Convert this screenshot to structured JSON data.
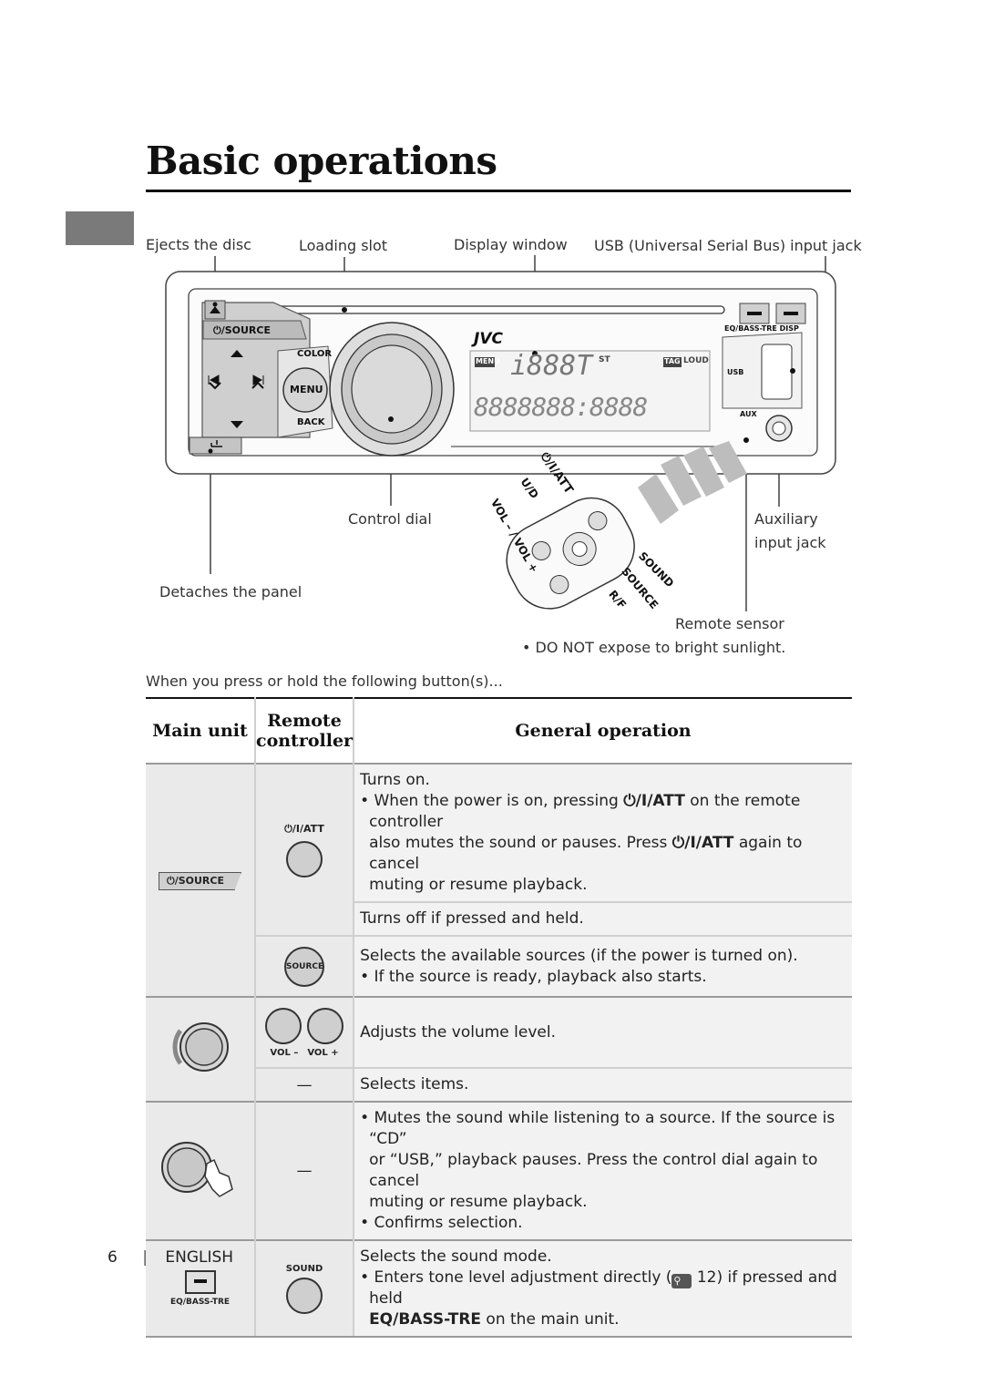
{
  "page": {
    "title": "Basic operations",
    "page_number": "6",
    "language": "ENGLISH"
  },
  "callouts": {
    "ejects": "Ejects the disc",
    "loading_slot": "Loading slot",
    "display_window": "Display window",
    "usb": "USB (Universal Serial Bus) input jack",
    "control_dial": "Control dial",
    "detaches": "Detaches the panel",
    "aux_line1": "Auxiliary",
    "aux_line2": "input jack",
    "remote_sensor": "Remote sensor",
    "sensor_note": "• DO NOT expose to bright sunlight."
  },
  "device": {
    "source_label": "⏻/SOURCE",
    "color_label": "COLOR",
    "menu_label": "MENU",
    "back_label": "BACK",
    "brand": "JVC",
    "disp_label": "EQ/BASS-TRE  DISP",
    "usb_label": "USB",
    "aux_label": "AUX",
    "display_seg1": "i888T",
    "display_seg2": "8888888:8888",
    "st_label": "ST",
    "loud_label": "LOUD",
    "tag_label": "TAG",
    "menu_tag": "MENU",
    "remote_att": "⏻/I/ATT",
    "remote_ud": "U/D",
    "remote_vol": "VOL – / VOL +",
    "remote_sound": "SOUND",
    "remote_source": "SOURCE",
    "remote_rf": "R/F"
  },
  "table": {
    "lead": "When you press or hold the following button(s)...",
    "headers": {
      "main_unit": "Main unit",
      "remote_line1": "Remote",
      "remote_line2": "controller",
      "general": "General operation"
    },
    "rows": [
      {
        "remote_label": "⏻/I/ATT",
        "main_label": "⏻/SOURCE",
        "line1": "Turns on.",
        "line2_pre": "• When the power is on, pressing ",
        "line2_bold": "⏻/I/ATT",
        "line2_post": " on the remote controller",
        "line3_pre": "also mutes the sound or pauses. Press ",
        "line3_bold": "⏻/I/ATT",
        "line3_post": " again to cancel",
        "line4": "muting or resume playback."
      },
      {
        "text": "Turns off if pressed and held."
      },
      {
        "remote_label": "SOURCE",
        "line1": "Selects the available sources (if the power is turned on).",
        "line2": "• If the source is ready, playback also starts."
      },
      {
        "remote_label": "VOL – VOL +",
        "vol_minus": "VOL –",
        "vol_plus": "VOL +",
        "text": "Adjusts the volume level."
      },
      {
        "remote_dash": "—",
        "text": "Selects items."
      },
      {
        "remote_dash": "—",
        "line1": "• Mutes the sound while listening to a source. If the source is “CD”",
        "line2": "or “USB,” playback pauses. Press the control dial again to cancel",
        "line3": "muting or resume playback.",
        "line4": "• Confirms selection."
      },
      {
        "main_label": "EQ/BASS-TRE",
        "remote_label": "SOUND",
        "line1": "Selects the sound mode.",
        "line2_pre": "• Enters tone level adjustment directly (",
        "line2_ref": "12",
        "line2_post": ") if pressed and held",
        "line3_bold": "EQ/BASS-TRE",
        "line3_post": " on the main unit."
      }
    ]
  },
  "colors": {
    "rule": "#111111",
    "shade": "#eaeaea",
    "tab": "#7a7a7a"
  }
}
